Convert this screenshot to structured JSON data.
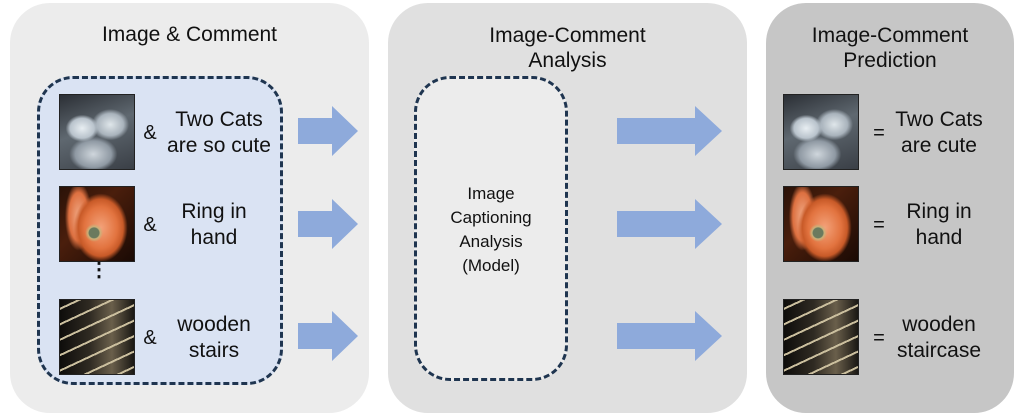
{
  "panels": {
    "input": {
      "title": "Image & Comment"
    },
    "analysis": {
      "title": "Image-Comment\nAnalysis",
      "model_label": "Image\nCaptioning\nAnalysis\n(Model)"
    },
    "prediction": {
      "title": "Image-Comment\nPrediction"
    }
  },
  "inputs": [
    {
      "image": "cats-photo",
      "connector": "&",
      "comment": "Two Cats\nare so cute"
    },
    {
      "image": "ring-in-hand-photo",
      "connector": "&",
      "comment": "Ring in\nhand"
    },
    {
      "image": "wooden-stairs-photo",
      "connector": "&",
      "comment": "wooden\nstairs"
    }
  ],
  "ellipsis": "⋮",
  "predictions": [
    {
      "image": "cats-photo",
      "connector": "=",
      "comment": "Two Cats\nare cute"
    },
    {
      "image": "ring-in-hand-photo",
      "connector": "=",
      "comment": "Ring in\nhand"
    },
    {
      "image": "wooden-stairs-photo",
      "connector": "=",
      "comment": "wooden\nstaircase"
    }
  ],
  "colors": {
    "input_panel": "#ececec",
    "analysis_panel": "#e0e0e0",
    "prediction_panel": "#c6c6c6",
    "input_box_fill": "#dae3f3",
    "dashed_border": "#1f3550",
    "arrow": "#8eaadb"
  }
}
